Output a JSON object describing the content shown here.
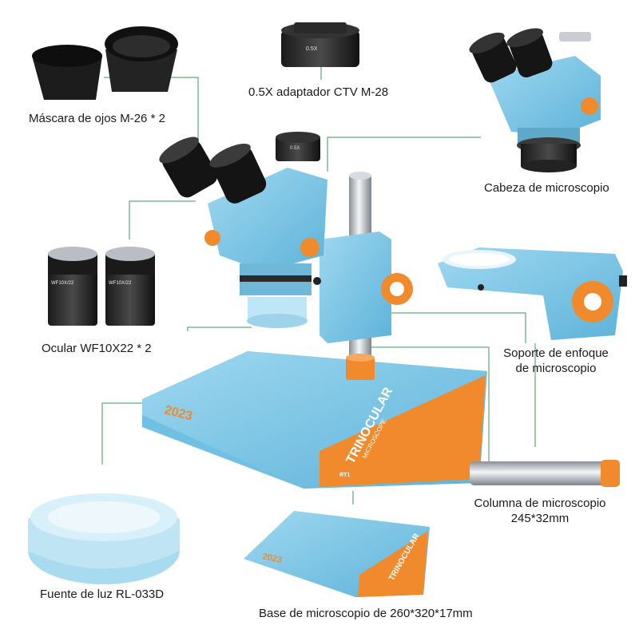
{
  "labels": {
    "eye_mask": "Máscara de ojos M-26 * 2",
    "ctv_adapter": "0.5X adaptador CTV M-28",
    "head": "Cabeza de microscopio",
    "eyepiece": "Ocular WF10X22 * 2",
    "focus_holder_line1": "Soporte de enfoque",
    "focus_holder_line2": "de microscopio",
    "column_line1": "Columna de microscopio",
    "column_line2": "245*32mm",
    "light_source": "Fuente de luz RL-033D",
    "base": "Base de microscopio de 260*320*17mm"
  },
  "product_marks": {
    "adapter_text": "0.5X",
    "base_year": "2023",
    "base_title": "TRINOCULAR",
    "base_subtitle": "MICROSCOPE",
    "base_model": "RT1",
    "eyepiece_text": "WF10X/22"
  },
  "colors": {
    "body_blue": "#7cc6e6",
    "orange": "#f08a2c",
    "leader_line": "#3e9a55"
  }
}
